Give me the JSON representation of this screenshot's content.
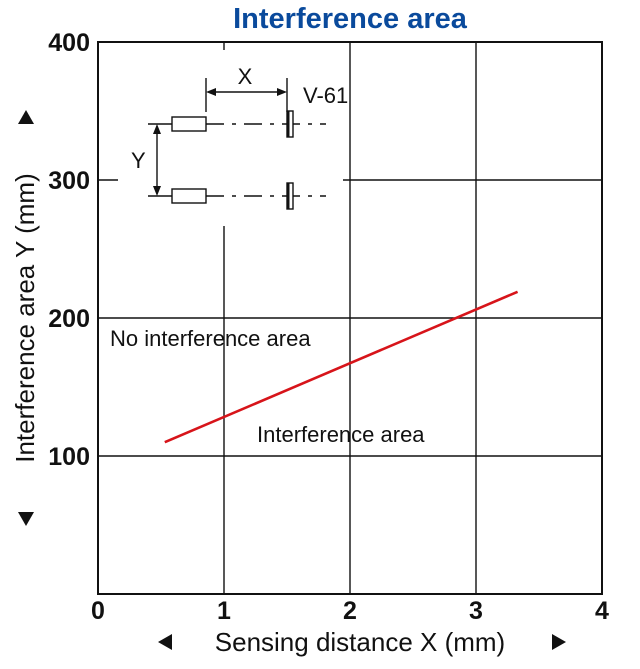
{
  "chart_data": {
    "type": "line",
    "title": "Interference area",
    "xlabel": "Sensing distance X (mm)",
    "ylabel": "Interference area Y (mm)",
    "xlim": [
      0,
      4
    ],
    "ylim": [
      0,
      400
    ],
    "x_ticks": [
      "0",
      "1",
      "2",
      "3",
      "4"
    ],
    "y_ticks": [
      "100",
      "200",
      "300",
      "400"
    ],
    "grid": true,
    "series": [
      {
        "points": [
          [
            0.53,
            110
          ],
          [
            3.33,
            219
          ]
        ],
        "color": "#d7141a"
      }
    ],
    "annotations": {
      "upper_region": "No interference area",
      "lower_region": "Interference area",
      "inset_x": "X",
      "inset_y": "Y",
      "inset_model": "V-61"
    }
  },
  "colors": {
    "title": "#0a4a9c",
    "line": "#d7141a",
    "axis": "#111111"
  }
}
